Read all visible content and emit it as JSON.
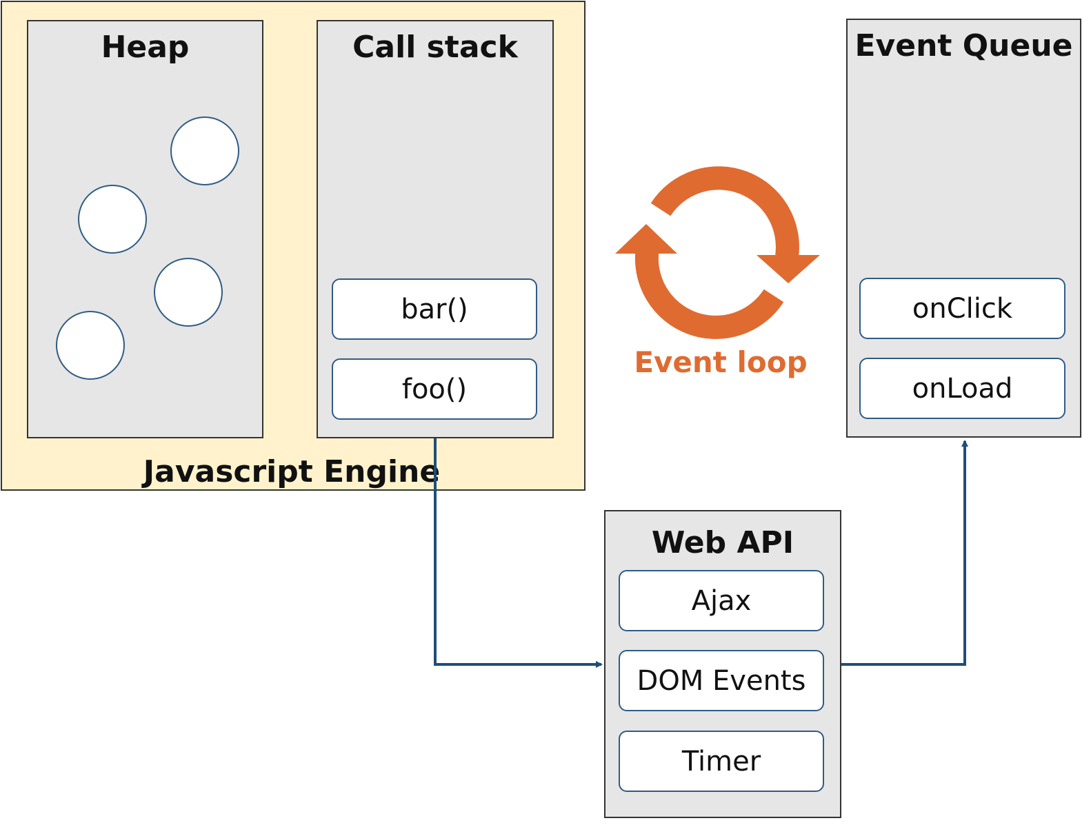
{
  "engine": {
    "label": "Javascript Engine"
  },
  "heap": {
    "title": "Heap",
    "object_count": 4
  },
  "call_stack": {
    "title": "Call stack",
    "frames": [
      "bar()",
      "foo()"
    ]
  },
  "event_loop": {
    "label": "Event loop",
    "icon": "refresh-cycle-icon",
    "color": "#e06b30"
  },
  "event_queue": {
    "title": "Event Queue",
    "items": [
      "onClick",
      "onLoad"
    ]
  },
  "web_api": {
    "title": "Web API",
    "items": [
      "Ajax",
      "DOM Events",
      "Timer"
    ]
  },
  "colors": {
    "engine_bg": "#fff2cc",
    "panel_bg": "#e6e6e6",
    "item_border": "#2f5b84",
    "arrow": "#1f4e79",
    "loop": "#e06b30"
  }
}
